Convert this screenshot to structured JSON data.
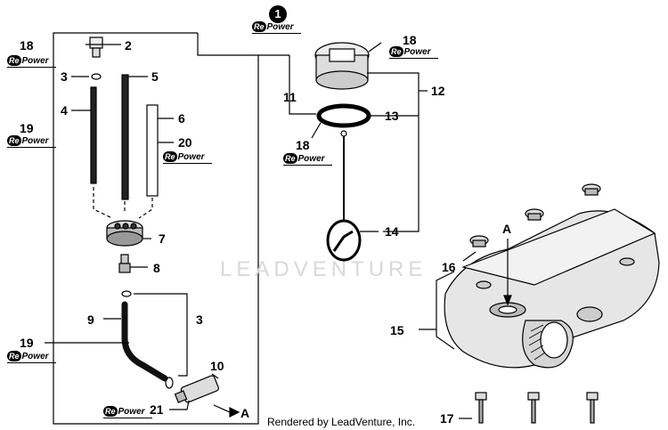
{
  "callouts": {
    "c18a": "18",
    "c2": "2",
    "c3a": "3",
    "c5": "5",
    "c4": "4",
    "c19a": "19",
    "c6": "6",
    "c20": "20",
    "c7": "7",
    "c8": "8",
    "c9": "9",
    "c3b": "3",
    "c19b": "19",
    "c10": "10",
    "c21": "21",
    "cA1": "A",
    "c11": "11",
    "c18b": "18",
    "c12": "12",
    "c13": "13",
    "c18c": "18",
    "c14": "14",
    "c16": "16",
    "cA2": "A",
    "c15": "15",
    "c17": "17"
  },
  "repower": {
    "re": "Re",
    "power": "Power"
  },
  "badge": "1",
  "watermark": "LEADVENTURE",
  "footer": "Rendered by LeadVenture, Inc."
}
